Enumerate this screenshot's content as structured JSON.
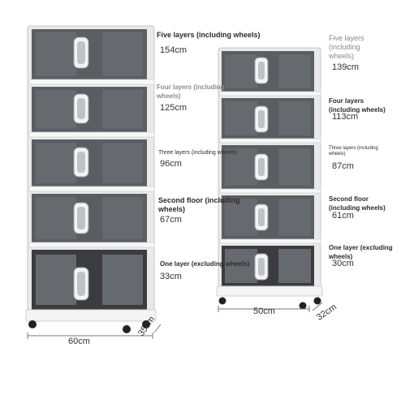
{
  "left_cabinet": {
    "layers": [
      {
        "label": "Five layers (including wheels)",
        "height": "154cm"
      },
      {
        "label": "Four layers (including wheels)",
        "height": "125cm"
      },
      {
        "label": "Three layers (including wheels)",
        "height": "96cm"
      },
      {
        "label": "Second floor (including wheels)",
        "height": "67cm"
      },
      {
        "label": "One layer (excluding wheels)",
        "height": "33cm"
      }
    ],
    "width": "60cm",
    "depth": "35cm"
  },
  "right_cabinet": {
    "layers": [
      {
        "label": "Five layers (including wheels)",
        "height": "139cm"
      },
      {
        "label": "Four layers (including wheels)",
        "height": "113cm"
      },
      {
        "label": "Three layers (including wheels)",
        "height": "87cm"
      },
      {
        "label": "Second floor (including wheels)",
        "height": "61cm"
      },
      {
        "label": "One layer (excluding wheels)",
        "height": "30cm"
      }
    ],
    "width": "50cm",
    "depth": "32cm"
  },
  "colors": {
    "drawer": "#5a5d62",
    "frame": "#e9e9e9",
    "wheel": "#222222"
  }
}
